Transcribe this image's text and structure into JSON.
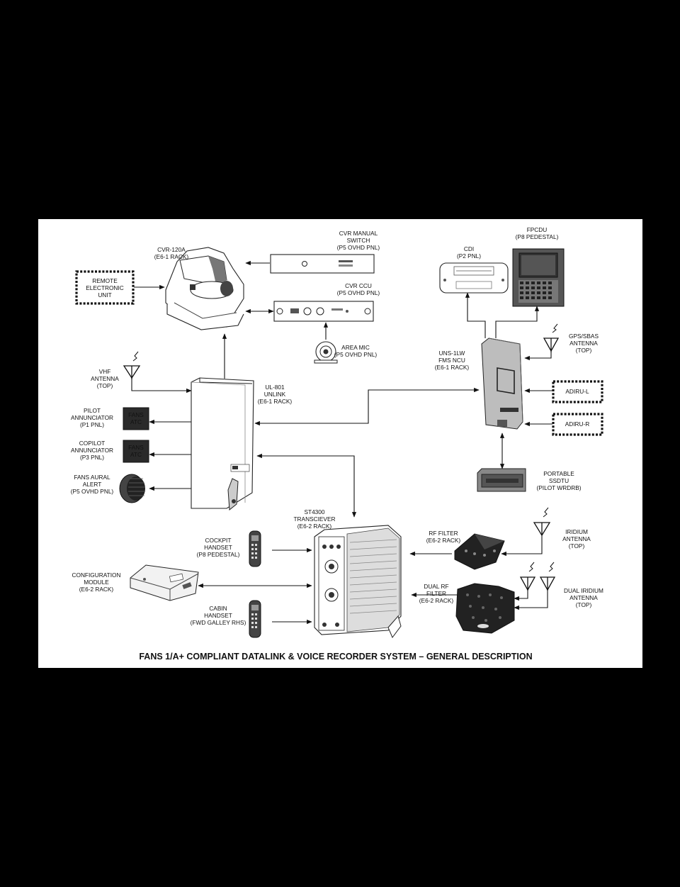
{
  "title": "FANS 1/A+ COMPLIANT DATALINK & VOICE RECORDER SYSTEM – GENERAL DESCRIPTION",
  "nodes": {
    "cvr_120a": [
      "CVR-120A",
      "(E6-1 RACK)"
    ],
    "remote_unit": [
      "REMOTE",
      "ELECTRONIC",
      "UNIT"
    ],
    "cvr_manual_switch": [
      "CVR MANUAL",
      "SWITCH",
      "(P5 OVHD PNL)"
    ],
    "cvr_ccu": [
      "CVR CCU",
      "(P5 OVHD PNL)"
    ],
    "area_mic": [
      "AREA MIC",
      "(P5 OVHD PNL)"
    ],
    "cdi": [
      "CDI",
      "(P2 PNL)"
    ],
    "fpcdu": [
      "FPCDU",
      "(P8 PEDESTAL)"
    ],
    "gps_antenna": [
      "GPS/SBAS",
      "ANTENNA",
      "(TOP)"
    ],
    "uns_1lw": [
      "UNS-1LW",
      "FMS NCU",
      "(E6-1 RACK)"
    ],
    "adiru_l": "ADIRU-L",
    "adiru_r": "ADIRU-R",
    "vhf_antenna": [
      "VHF",
      "ANTENNA",
      "(TOP)"
    ],
    "ul_801": [
      "UL-801",
      "UNLINK",
      "(E6-1 RACK)"
    ],
    "pilot_annunciator": [
      "PILOT",
      "ANNUNCIATOR",
      "(P1 PNL)"
    ],
    "copilot_annunciator": [
      "COPILOT",
      "ANNUNCIATOR",
      "(P3 PNL)"
    ],
    "fans_atc": [
      "FANS",
      "ATC"
    ],
    "fans_aural": [
      "FANS AURAL",
      "ALERT",
      "(P5 OVHD PNL)"
    ],
    "portable_ssdtu": [
      "PORTABLE",
      "SSDTU",
      "(PILOT WRDRB)"
    ],
    "st4300": [
      "ST4300",
      "TRANSCIEVER",
      "(E6-2 RACK)"
    ],
    "cockpit_handset": [
      "COCKPIT",
      "HANDSET",
      "(P8 PEDESTAL)"
    ],
    "rf_filter": [
      "RF FILTER",
      "(E6-2 RACK)"
    ],
    "iridium_antenna": [
      "IRIDIUM",
      "ANTENNA",
      "(TOP)"
    ],
    "config_module": [
      "CONFIGURATION",
      "MODULE",
      "(E6-2 RACK)"
    ],
    "dual_rf_filter": [
      "DUAL RF",
      "FILTER",
      "(E6-2 RACK)"
    ],
    "dual_iridium_antenna": [
      "DUAL IRIDIUM",
      "ANTENNA",
      "(TOP)"
    ],
    "cabin_handset": [
      "CABIN",
      "HANDSET",
      "(FWD GALLEY RHS)"
    ]
  }
}
